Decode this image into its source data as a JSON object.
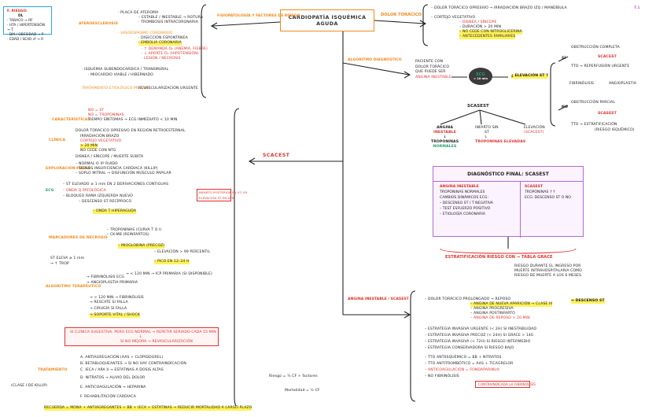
{
  "page": {
    "corner_label": "T.1"
  },
  "title": {
    "line1": "CARDIOPATÍA ISQUÉMICA",
    "line2": "AGUDA"
  },
  "legend": {
    "title": "F. RIESGO:",
    "sub": "DL",
    "items": [
      "· TABACO → RF",
      "· HTA / HIPERTENSIÓN → T",
      "· DM / OBESIDAD → P",
      "· EDAD / SEXO ♂ → R"
    ]
  },
  "branches": {
    "top_left": "FISIOPATOLOGÍA Y FACTORES DE RIESGO",
    "top_right": "DOLOR TORÁCICO",
    "diag": "ALGORITMO DIAGNÓSTICO",
    "scacest": "SCACEST",
    "scasest": "ANGINA INESTABLE / SCASEST"
  },
  "topleft": {
    "head": "ATEROESCLEROSIS",
    "lines": [
      "· PLACA DE ATEROMA",
      "– ESTABLE / INESTABLE → ROTURA",
      "· TROMBOSIS INTRACORONARIA",
      "· VASOESPASMO CORONARIO",
      "· DISECCIÓN ESPONTÁNEA",
      "· EMBOLIA CORONARIA",
      "· ↑ DEMANDA O₂ (ANEMIA, FIEBRE)",
      "· ↓ APORTE O₂ (HIPOTENSIÓN)",
      "· LESIÓN / NECROSIS",
      "· ISQUEMIA SUBENDOCARDICA / TRANSMURAL",
      "· MIOCARDIO VIABLE / HIBERNADO"
    ],
    "note1": "TRATAMIENTO ETIOLÓGICO PRECOZ",
    "note2": "REVASCULARIZACIÓN URGENTE"
  },
  "topright": {
    "lines": [
      "– DOLOR TORÁCICO OPRESIVO → IRRADIACIÓN BRAZO IZQ / MANDÍBULA",
      "– CORTEJO VEGETATIVO",
      "– DISNEA / SÍNCOPE",
      "– DURACIÓN > 20 MIN",
      "– NO CEDE CON NITROGLICERINA",
      "– ANTECEDENTES FAMILIARES"
    ]
  },
  "algo": {
    "start": [
      "PACIENTE CON",
      "DOLOR TORÁCICO",
      "QUE PUEDE SER",
      "ANGINA INESTABLE"
    ],
    "ecg_label": "ECG",
    "ecg_sub": "< 10 min",
    "question": "¿ ELEVACIÓN ST ?",
    "yes": "SÍ",
    "no": "NO",
    "yes_items": [
      "OBSTRUCCIÓN COMPLETA",
      "SCACEST",
      "TTO → REPERFUSIÓN URGENTE",
      "FIBRINÓLISIS",
      "ANGIOPLASTIA"
    ],
    "no_items": [
      "OBSTRUCCIÓN PARCIAL",
      "SCASEST",
      "TTO → ESTRATIFICACIÓN",
      "(RIESGO ISQUÉMICO)"
    ]
  },
  "scasest_tree": {
    "head": "SCASEST",
    "left": [
      "ANGINA",
      "INESTABLE",
      "↓",
      "TROPONINAS",
      "NORMALES"
    ],
    "mid": [
      "INFARTO SIN",
      "ST",
      "↓",
      "TROPONINAS ELEVADAS"
    ],
    "right": [
      "ELEVACIÓN",
      "(SCACEST)"
    ]
  },
  "diagnosis": {
    "header": "DIAGNÓSTICO FINAL: SCASEST",
    "col1_title": "ANGINA INESTABLE",
    "col1": [
      "TROPONINAS NORMALES",
      "CAMBIOS DINÁMICOS ECG:",
      "– DESCENSO ST / T NEGATIVA",
      "– TEST ESFUERZO POSITIVO",
      "– ETIOLOGÍA CORONARIA"
    ],
    "col2_title": "SCASEST",
    "col2": [
      "TROPONINAS ↑↑",
      "ECG: DESCENSO ST O NO"
    ]
  },
  "strat": {
    "title": "ESTRATIFICACIÓN RIESGO CON → TABLA GRACE",
    "lines": [
      "RIESGO DURANTE EL INGRESO POR",
      "MUERTE INTRAHOSPITALARIA COMO",
      "RIESGO DE MUERTE A LOS 6 MESES"
    ]
  },
  "scacest_section": {
    "caract": "CARACTERÍSTICAS",
    "caract_items": [
      "NO = ST",
      "NO = TROPONINAS",
      "TIEMPO SÍNTOMAS → ECG INMEDIATO < 10 MIN"
    ],
    "clinica": "CLÍNICA",
    "clinica_items": [
      "DOLOR TORÁCICO OPRESIVO EN REGIÓN RETROESTERNAL",
      "IRRADIACIÓN BRAZO",
      "CORTEJO VEGETATIVO",
      "> 20 MIN",
      "NO CEDE CON NTG",
      "DISNEA / SÍNCOPE / MUERTE SÚBITA"
    ],
    "explor": "EXPLORACIÓN FÍSICA",
    "explor_items": [
      "– NORMAL O 4º RUIDO",
      "– SIGNOS INSUFICIENCIA CARDIACA (KILLIP)",
      "– SOPLO MITRAL → DISFUNCIÓN MÚSCULO PAPILAR"
    ],
    "ecg": "ECG",
    "ecg_items": [
      "– ST ELEVADO ≥ 1 mm EN 2 DERIVACIONES CONTIGUAS",
      "– ONDA Q PATOLÓGICA",
      "– BLOQUEO RAMA IZQUIERDA NUEVO",
      "– DESCENSO ST RECÍPROCO",
      "– ONDA T HIPERAGUDA"
    ],
    "ecg_box": [
      "INFARTO POSTERIOR EN V7–V9",
      "ELEVACIÓN ST EN aVR"
    ],
    "marcadores": "MARCADORES DE NECROSIS",
    "marc_items": [
      "– TROPONINAS (CURVA T O I)",
      "– CK-MB (REINFARTOS)",
      "– MIOGLOBINA (PRECOZ)",
      "– ELEVACIÓN > 99 PERCENTIL",
      "– PICO EN 12–24 H"
    ],
    "extra": [
      "ST ELEVA ≥ 1 mm",
      "→ ↑ TROP"
    ],
    "algoritmo": "ALGORITMO TERAPÉUTICO",
    "algo_items": [
      "→ FIBRINÓLISIS ECG",
      "→ ANGIOPLASTIA PRIMARIA",
      "→ < 120 MIN → ICP PRIMARIA (SI DISPONIBLE)",
      "→ > 120 MIN → FIBRINÓLISIS",
      "→ RESCATE SI FALLA",
      "→ CIRUGÍA SI FALLA",
      "→ SOPORTE VITAL / SHOCK"
    ],
    "warning": [
      "SI CLÍNICA SUGESTIVA, PERO ECG NORMAL → REPETIR SERIADO CADA 15 MIN",
      "↓",
      "SI NO MEJORA → REVASCULARIZACIÓN"
    ],
    "tratamiento": "TRATAMIENTO",
    "trat_items": [
      "A. ANTIAGREGACIÓN (AAS + CLOPIDOGREL)",
      "B. BETABLOQUEANTES → SI NO HAY CONTRAINDICACIÓN",
      "C. IECA / ARA II → ESTATINAS A DOSIS ALTAS",
      "D. NITRATOS → ALIVIO DEL DOLOR",
      "E. ANTICOAGULACIÓN → HEPARINA",
      "F. REHABILITACIÓN CARDIACA"
    ],
    "footnote_left": "(CLASE I DE KILLIP)",
    "footer": "RECUERDA = MONA + ANTIAGREGANTES + BB + IECA + ESTATINAS → REDUCIR MORTALIDAD A LARGO PLAZO"
  },
  "scasest_section": {
    "items": [
      "– DOLOR TORÁCICO PROLONGADO → REPOSO",
      "– ANGINA DE NUEVA APARICIÓN → CLASE III",
      "– ANGINA PROGRESIVA",
      "– ANGINA POSTINFARTO",
      "– ANGINA DE REPOSO > 20 MIN"
    ],
    "right_note": "→ DESCENSO ST",
    "mid_items": [
      "– ESTRATEGIA INVASIVA URGENTE (< 2H) SI INESTABILIDAD",
      "– ESTRATEGIA INVASIVA PRECOZ (< 24H) SI GRACE > 140",
      "– ESTRATEGIA INVASIVA (< 72H) SI RIESGO INTERMEDIO",
      "– ESTRATEGIA CONSERVADORA SI RIESGO BAJO"
    ],
    "low_items": [
      "– TTO ANTIISQUÉMICO = BB + NITRATOS",
      "– TTO ANTITROMBÓTICO = AAS + TICAGRELOR",
      "– ANTICOAGULACIÓN = FONDAPARINUX",
      "– NO FIBRINÓLISIS"
    ],
    "box_note": "CONTRAINDICADA LA FIBRINÓLISIS"
  },
  "formulas": {
    "f1": "Riesgo = ¼ CF + factores",
    "f2": "Mortalidad = ½ CF"
  }
}
